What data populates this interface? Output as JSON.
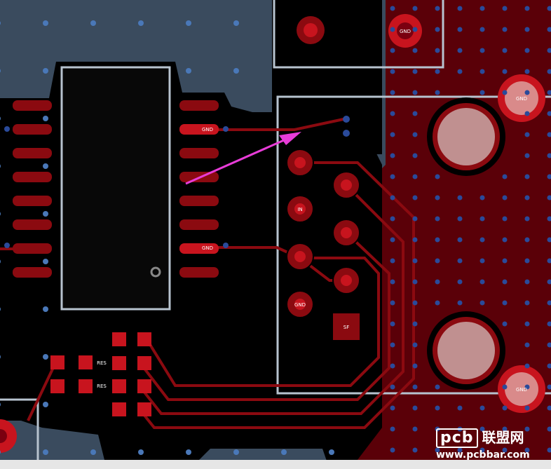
{
  "colors": {
    "copper_pour_blue": "#3a4b5e",
    "copper_pour_red": "#5a0008",
    "trace_red": "#8b0a10",
    "pad_red": "#c8141e",
    "outline_gray": "#b7c3cf",
    "highlight_magenta": "#e83cd8",
    "background": "#000000"
  },
  "pads": {
    "ic_left": [
      "",
      "",
      "",
      "",
      "",
      "",
      "",
      ""
    ],
    "ic_right": [
      "",
      "GND",
      "",
      "",
      "",
      "",
      "GND",
      ""
    ],
    "connector": [
      "",
      "IN",
      "",
      "GND",
      "",
      "",
      "",
      "SF"
    ]
  },
  "gnd_labels": [
    "GND",
    "GND",
    "GND"
  ],
  "resistor_labels": [
    "RES",
    "RES"
  ],
  "watermark": {
    "brand": "pcb",
    "chinese": "联盟网",
    "url": "www.pcbbar.com"
  }
}
